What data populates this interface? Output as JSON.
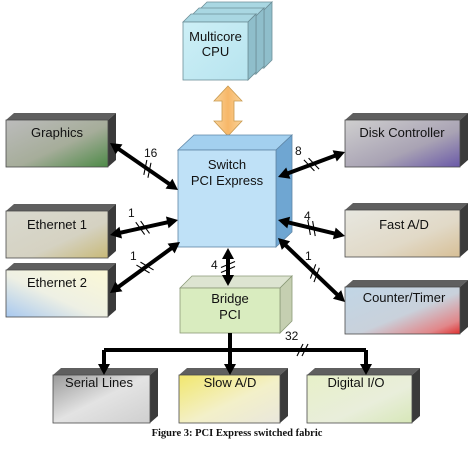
{
  "diagram": {
    "nodes": {
      "cpu": {
        "line1": "Multicore",
        "line2": "CPU"
      },
      "switch": {
        "line1": "Switch",
        "line2": "PCI Express"
      },
      "bridge": {
        "line1": "Bridge",
        "line2": "PCI"
      },
      "graphics": {
        "label": "Graphics"
      },
      "ethernet1": {
        "label": "Ethernet 1"
      },
      "ethernet2": {
        "label": "Ethernet 2"
      },
      "disk_controller": {
        "label": "Disk Controller"
      },
      "fast_ad": {
        "label": "Fast A/D"
      },
      "counter_timer": {
        "label": "Counter/Timer"
      },
      "serial_lines": {
        "label": "Serial Lines"
      },
      "slow_ad": {
        "label": "Slow A/D"
      },
      "digital_io": {
        "label": "Digital I/O"
      }
    },
    "lanes": {
      "graphics": "16",
      "ethernet1": "1",
      "ethernet2": "1",
      "disk_controller": "8",
      "fast_ad": "4",
      "counter_timer": "1",
      "bridge": "4",
      "pci_bus": "32"
    },
    "caption": "Figure 3: PCI Express switched fabric"
  }
}
